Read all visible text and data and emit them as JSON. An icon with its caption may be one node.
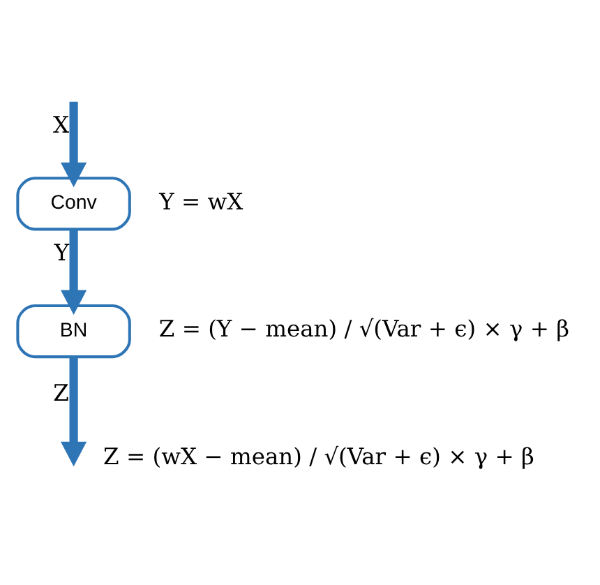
{
  "diagram": {
    "nodes": [
      {
        "text": [
          "Conv"
        ],
        "beside": [
          "Y = wX"
        ]
      },
      {
        "text": [
          "BN"
        ],
        "beside": [
          "Z = (Y − mean) / √(Var + ϵ) × γ + β"
        ]
      }
    ],
    "edges": [
      {
        "from": null,
        "to": 0,
        "arrow": "to",
        "label": "X"
      },
      {
        "from": 0,
        "to": 1,
        "arrow": "to",
        "label": "Y"
      },
      {
        "from": 1,
        "to": null,
        "arrow": "to",
        "label": "Z"
      }
    ],
    "labels": [
      "Z = (wX − mean) / √(Var + ϵ) × γ + β"
    ]
  }
}
